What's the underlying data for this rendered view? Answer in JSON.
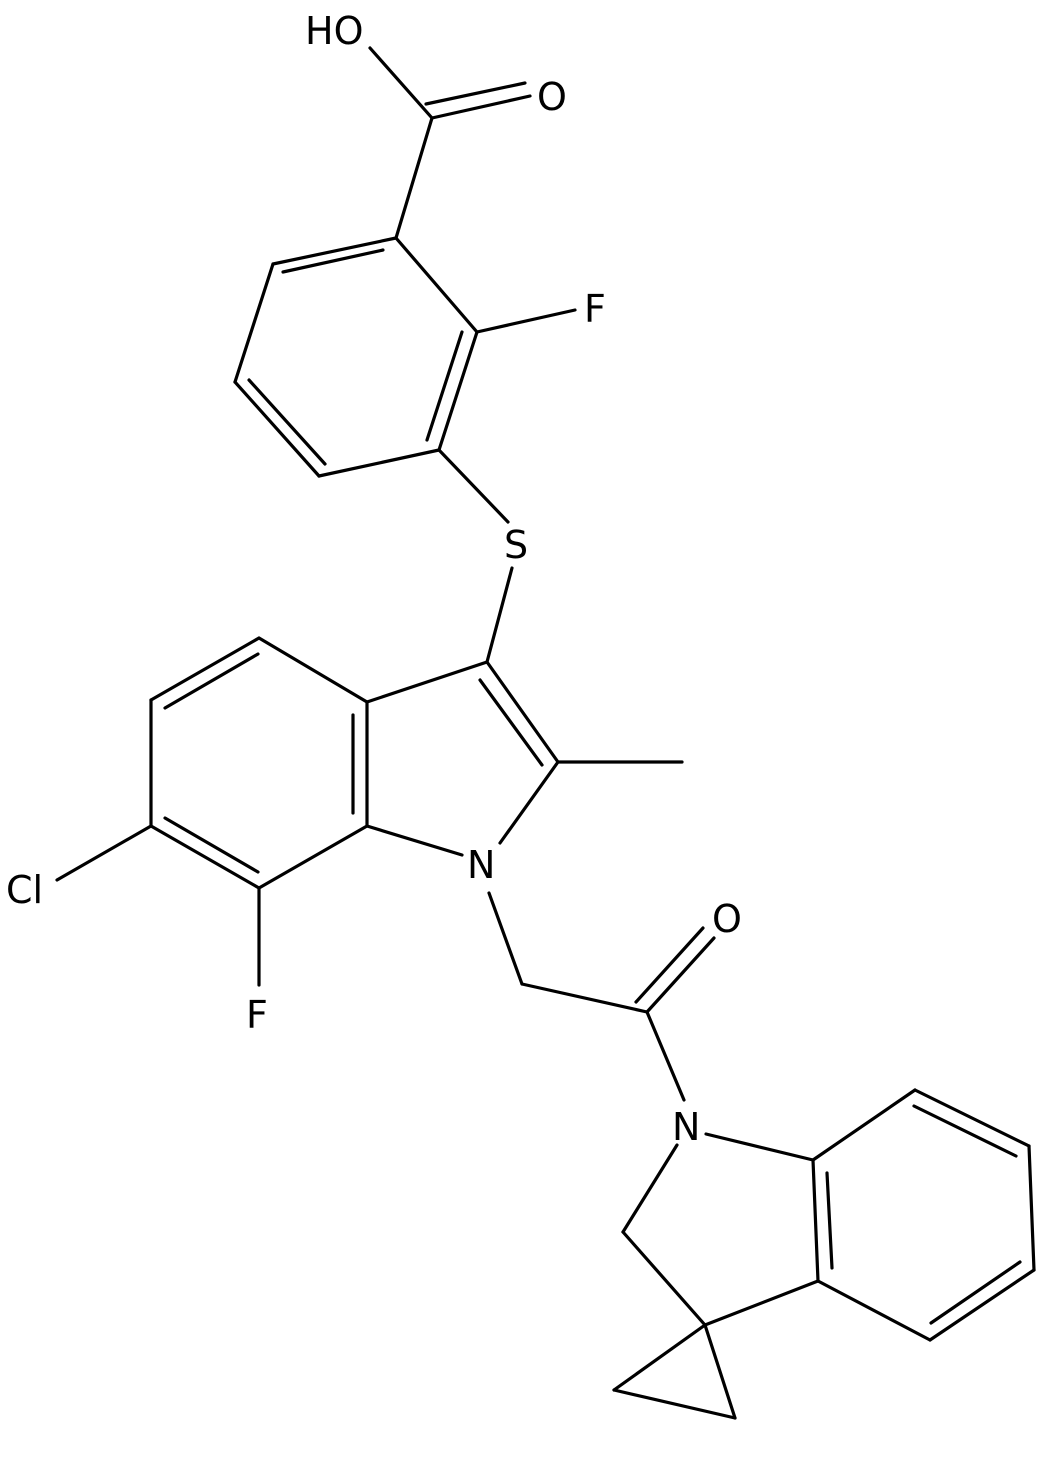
{
  "molecule": {
    "atoms": {
      "ho": "HO",
      "o_carboxyl": "O",
      "f_benzoic": "F",
      "s": "S",
      "n_indole": "N",
      "cl": "Cl",
      "f_indole": "F",
      "o_amide": "O",
      "n_spiro": "N"
    }
  }
}
